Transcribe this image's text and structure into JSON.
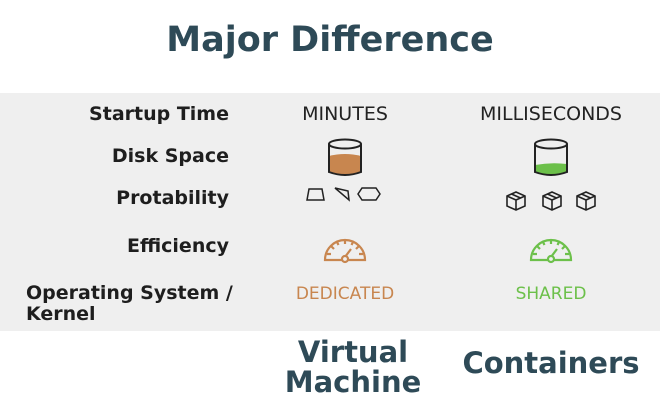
{
  "title": "Major Difference",
  "rows": [
    {
      "label": "Startup Time",
      "vm": "MINUTES",
      "container": "MILLISECONDS"
    },
    {
      "label": "Disk Space",
      "vm_icon": "database-icon-mostly-full",
      "container_icon": "database-icon-low"
    },
    {
      "label": "Protability",
      "vm_icon": "irregular-shapes-icon",
      "container_icon": "box-icon"
    },
    {
      "label": "Efficiency",
      "vm_icon": "gauge-icon",
      "container_icon": "gauge-icon"
    },
    {
      "label_line1": "Operating System /",
      "label_line2": "Kernel",
      "vm": "DEDICATED",
      "container": "SHARED"
    }
  ],
  "columns": {
    "vm_line1": "Virtual",
    "vm_line2": "Machine",
    "container": "Containers"
  },
  "colors": {
    "vm": "#c8864f",
    "container": "#6cc04a",
    "heading": "#2e4a57"
  }
}
